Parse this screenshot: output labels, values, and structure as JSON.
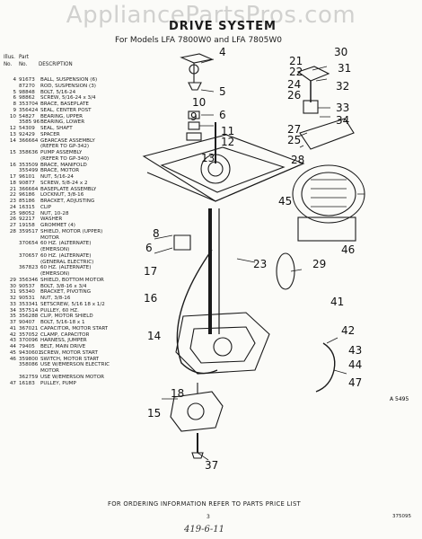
{
  "watermark": "AppliancePartsPros.com",
  "header": {
    "title": "DRIVE SYSTEM",
    "subtitle": "For Models LFA 7800W0 and LFA 7805W0"
  },
  "table_header": {
    "col1a": "Illus.",
    "col1b": "No.",
    "col2a": "Part",
    "col2b": "No.",
    "col3": "DESCRIPTION"
  },
  "parts": [
    {
      "n": "4",
      "p": "91673",
      "d": "BALL, SUSPENSION (6)"
    },
    {
      "n": "",
      "p": "87270",
      "d": "ROD, SUSPENSION (3)"
    },
    {
      "n": "5",
      "p": "98848",
      "d": "BOLT, 5/16-24"
    },
    {
      "n": "6",
      "p": "98862",
      "d": "SCREW, 5/16-24 x 3/4"
    },
    {
      "n": "8",
      "p": "353704",
      "d": "BRACE, BASEPLATE"
    },
    {
      "n": "9",
      "p": "356424",
      "d": "SEAL, CENTER POST"
    },
    {
      "n": "10",
      "p": "54827",
      "d": "BEARING, UPPER"
    },
    {
      "n": "",
      "p": "3585 96",
      "d": "BEARING, LOWER"
    },
    {
      "n": "12",
      "p": "54309",
      "d": "SEAL, SHAFT"
    },
    {
      "n": "13",
      "p": "92429",
      "d": "SPACER"
    },
    {
      "n": "14",
      "p": "366664",
      "d": "GEARCASE ASSEMBLY"
    },
    {
      "n": "",
      "p": "",
      "d": "(REFER TO GP-342)"
    },
    {
      "n": "15",
      "p": "358636",
      "d": "PUMP ASSEMBLY"
    },
    {
      "n": "",
      "p": "",
      "d": "(REFER TO GP-340)"
    },
    {
      "n": "16",
      "p": "353509",
      "d": "BRACE, MANIFOLD"
    },
    {
      "n": "",
      "p": "355499",
      "d": "BRACE, MOTOR"
    },
    {
      "n": "17",
      "p": "96101",
      "d": "NUT, 5/16-24"
    },
    {
      "n": "18",
      "p": "90877",
      "d": "SCREW, 5/8-24 x 2"
    },
    {
      "n": "21",
      "p": "366664",
      "d": "BASEPLATE ASSEMBLY"
    },
    {
      "n": "22",
      "p": "96186",
      "d": "LOCKNUT, 3/8-16"
    },
    {
      "n": "23",
      "p": "85186",
      "d": "BRACKET, ADJUSTING"
    },
    {
      "n": "24",
      "p": "16315",
      "d": "CLIP"
    },
    {
      "n": "25",
      "p": "98052",
      "d": "NUT, 10-28"
    },
    {
      "n": "26",
      "p": "92217",
      "d": "WASHER"
    },
    {
      "n": "27",
      "p": "19158",
      "d": "GROMMET (4)"
    },
    {
      "n": "28",
      "p": "359517",
      "d": "SHIELD, MOTOR (UPPER)"
    },
    {
      "n": "",
      "p": "",
      "d": "MOTOR"
    },
    {
      "n": "",
      "p": "370654",
      "d": "60 HZ. (ALTERNATE)"
    },
    {
      "n": "",
      "p": "",
      "d": "(EMERSON)"
    },
    {
      "n": "",
      "p": "370657",
      "d": "60 HZ. (ALTERNATE)"
    },
    {
      "n": "",
      "p": "",
      "d": "(GENERAL ELECTRIC)"
    },
    {
      "n": "",
      "p": "367823",
      "d": "60 HZ. (ALTERNATE)"
    },
    {
      "n": "",
      "p": "",
      "d": "(EMERSON)"
    },
    {
      "n": "29",
      "p": "356346",
      "d": "SHIELD, BOTTOM MOTOR"
    },
    {
      "n": "30",
      "p": "90537",
      "d": "BOLT, 3/8-16 x 3/4"
    },
    {
      "n": "31",
      "p": "95340",
      "d": "BRACKET, PIVOTING"
    },
    {
      "n": "32",
      "p": "90531",
      "d": "NUT, 3/8-16"
    },
    {
      "n": "33",
      "p": "353341",
      "d": "SETSCREW, 5/16 18 x 1/2"
    },
    {
      "n": "34",
      "p": "357514",
      "d": "PULLEY, 60 HZ."
    },
    {
      "n": "35",
      "p": "356288",
      "d": "CLIP, MOTOR SHIELD"
    },
    {
      "n": "37",
      "p": "90407",
      "d": "BOLT, 5/16-18 x 1"
    },
    {
      "n": "41",
      "p": "367021",
      "d": "CAPACITOR, MOTOR START"
    },
    {
      "n": "42",
      "p": "357052",
      "d": "CLAMP, CAPACITOR"
    },
    {
      "n": "43",
      "p": "370096",
      "d": "HARNESS, JUMPER"
    },
    {
      "n": "44",
      "p": "79405",
      "d": "BELT, MAIN DRIVE"
    },
    {
      "n": "45",
      "p": "9430601",
      "d": "SCREW, MOTOR START"
    },
    {
      "n": "46",
      "p": "359800",
      "d": "SWITCH, MOTOR START"
    },
    {
      "n": "",
      "p": "358086",
      "d": "USE W/EMERSON ELECTRIC"
    },
    {
      "n": "",
      "p": "",
      "d": "MOTOR"
    },
    {
      "n": "",
      "p": "362759",
      "d": "USE W/EMERSON MOTOR"
    },
    {
      "n": "47",
      "p": "16183",
      "d": "PULLEY, PUMP"
    }
  ],
  "callouts": {
    "c4": "4",
    "c5": "5",
    "c6": "6",
    "c10": "10",
    "c9": "9",
    "c11": "11",
    "c12": "12",
    "c13": "13",
    "c21": "21",
    "c22": "22",
    "c24": "24",
    "c26": "26",
    "c30": "30",
    "c31": "31",
    "c32": "32",
    "c33": "33",
    "c34": "34",
    "c27": "27",
    "c25": "25",
    "c28": "28",
    "c45": "45",
    "c46": "46",
    "c8": "8",
    "c6b": "6",
    "c17": "17",
    "c23": "23",
    "c29": "29",
    "c16": "16",
    "c41": "41",
    "c42": "42",
    "c43": "43",
    "c44": "44",
    "c47": "47",
    "c18": "18",
    "c15": "15",
    "c37": "37",
    "c14": "14"
  },
  "diagram_ref": "A 5495",
  "footer": {
    "order_note": "FOR ORDERING INFORMATION REFER TO PARTS PRICE LIST",
    "page_number": "3",
    "doc_ref": "375095",
    "handwritten": "419-6-11"
  }
}
